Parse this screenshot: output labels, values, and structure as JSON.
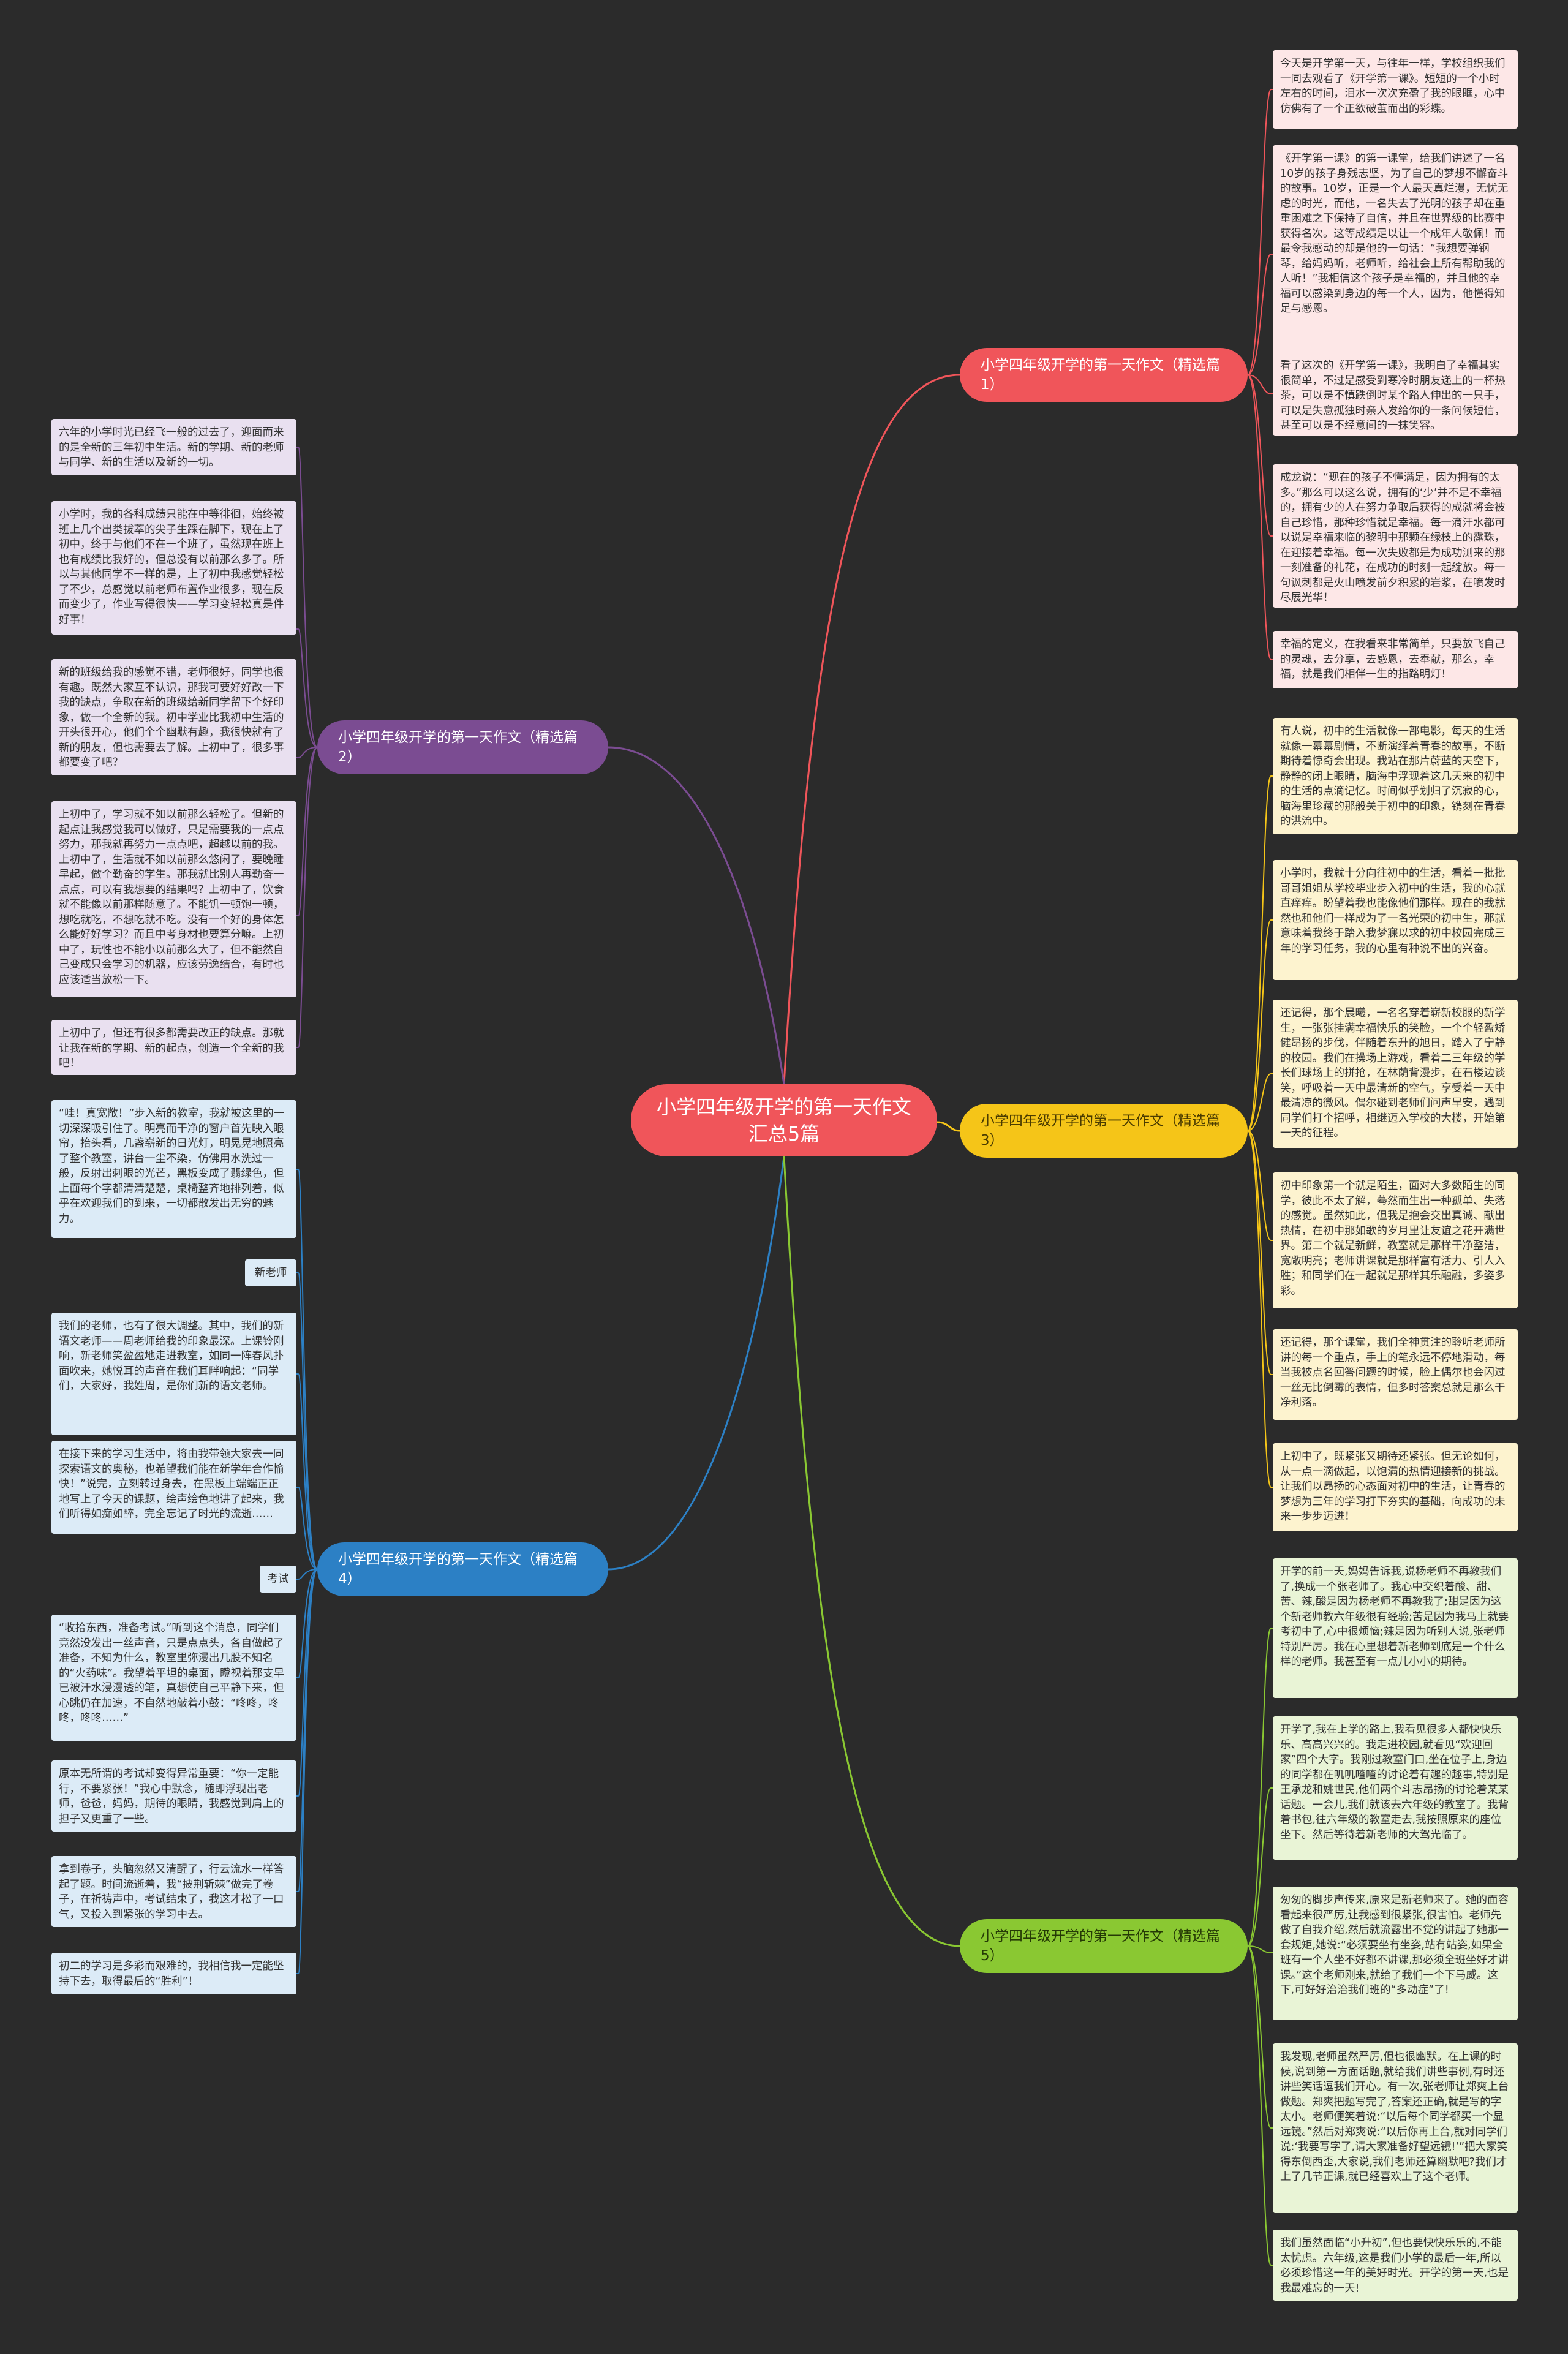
{
  "center": {
    "title": "小学四年级开学的第一天作文汇总5篇"
  },
  "colors": {
    "background": "#2b2b2b",
    "center": "#f0555a",
    "b1": "#f0555a",
    "b2": "#7b4c92",
    "b3": "#f5c518",
    "b4": "#2c80c5",
    "b5": "#8ac832"
  },
  "branches": [
    {
      "label": "小学四年级开学的第一天作文（精选篇1）",
      "leaves": [
        "今天是开学第一天，与往年一样，学校组织我们一同去观看了《开学第一课》。短短的一个小时左右的时间，泪水一次次充盈了我的眼眶，心中仿佛有了一个正欲破茧而出的彩蝶。",
        "《开学第一课》的第一课堂，给我们讲述了一名10岁的孩子身残志坚，为了自己的梦想不懈奋斗的故事。10岁，正是一个人最天真烂漫，无忧无虑的时光，而他，一名失去了光明的孩子却在重重困难之下保持了自信，并且在世界级的比赛中获得名次。这等成绩足以让一个成年人敬佩！而最令我感动的却是他的一句话：“我想要弹钢琴，给妈妈听，老师听，给社会上所有帮助我的人听！”我相信这个孩子是幸福的，并且他的幸福可以感染到身边的每一个人，因为，他懂得知足与感恩。",
        "看了这次的《开学第一课》，我明白了幸福其实很简单，不过是感受到寒冷时朋友递上的一杯热茶，可以是不慎跌倒时某个路人伸出的一只手，可以是失意孤独时亲人发给你的一条问候短信，甚至可以是不经意间的一抹笑容。",
        "成龙说：“现在的孩子不懂满足，因为拥有的太多。”那么可以这么说，拥有的‘少’并不是不幸福的，拥有少的人在努力争取后获得的成就将会被自己珍惜，那种珍惜就是幸福。每一滴汗水都可以说是幸福来临的黎明中那颗在绿枝上的露珠，在迎接着幸福。每一次失败都是为成功测来的那一刻准备的礼花，在成功的时刻一起绽放。每一句讽刺都是火山喷发前夕积累的岩浆，在喷发时尽展光华！",
        "幸福的定义，在我看来非常简单，只要放飞自己的灵魂，去分享，去感恩，去奉献，那么，幸福，就是我们相伴一生的指路明灯！"
      ]
    },
    {
      "label": "小学四年级开学的第一天作文（精选篇2）",
      "leaves": [
        "六年的小学时光已经飞一般的过去了，迎面而来的是全新的三年初中生活。新的学期、新的老师与同学、新的生活以及新的一切。",
        "小学时，我的各科成绩只能在中等徘徊，始终被班上几个出类拔萃的尖子生踩在脚下，现在上了初中，终于与他们不在一个班了，虽然现在班上也有成绩比我好的，但总没有以前那么多了。所以与其他同学不一样的是，上了初中我感觉轻松了不少，总感觉以前老师布置作业很多，现在反而变少了，作业写得很快——学习变轻松真是件好事！",
        "新的班级给我的感觉不错，老师很好，同学也很有趣。既然大家互不认识，那我可要好好改一下我的缺点，争取在新的班级给新同学留下个好印象，做一个全新的我。初中学业比我初中生活的开头很开心，他们个个幽默有趣，我很快就有了新的朋友，但也需要去了解。上初中了，很多事都要变了吧？",
        "上初中了，学习就不如以前那么轻松了。但新的起点让我感觉我可以做好，只是需要我的一点点努力，那我就再努力一点点吧，超越以前的我。上初中了，生活就不如以前那么悠闲了，要晚睡早起，做个勤奋的学生。那我就比别人再勤奋一点点，可以有我想要的结果吗？上初中了，饮食就不能像以前那样随意了。不能饥一顿饱一顿，想吃就吃，不想吃就不吃。没有一个好的身体怎么能好好学习？而且中考身材也要算分嘛。上初中了，玩性也不能小以前那么大了，但不能然自己变成只会学习的机器，应该劳逸结合，有时也应该适当放松一下。",
        "上初中了，但还有很多都需要改正的缺点。那就让我在新的学期、新的起点，创造一个全新的我吧！"
      ]
    },
    {
      "label": "小学四年级开学的第一天作文（精选篇3）",
      "leaves": [
        "有人说，初中的生活就像一部电影，每天的生活就像一幕幕剧情，不断演绎着青春的故事，不断期待着惊奇会出现。我站在那片蔚蓝的天空下，静静的闭上眼睛，脑海中浮现着这几天来的初中的生活的点滴记忆。时间似乎划归了沉寂的心，脑海里珍藏的那般关于初中的印象，镌刻在青春的洪流中。",
        "小学时，我就十分向往初中的生活，看着一批批哥哥姐姐从学校毕业步入初中的生活，我的心就直痒痒。盼望着我也能像他们那样。现在的我就然也和他们一样成为了一名光荣的初中生，那就意味着我终于踏入我梦寐以求的初中校园完成三年的学习任务，我的心里有种说不出的兴奋。",
        "还记得，那个晨曦，一名名穿着崭新校服的新学生，一张张挂满幸福快乐的笑脸，一个个轻盈矫健昂扬的步伐，伴随着东升的旭日，踏入了宁静的校园。我们在操场上游戏，看着二三年级的学长们球场上的拼抢，在林荫背漫步，在石楼边谈笑，呼吸着一天中最清新的空气，享受着一天中最清凉的微风。偶尔碰到老师们问声早安，遇到同学们打个招呼，相继迈入学校的大楼，开始第一天的征程。",
        "初中印象第一个就是陌生，面对大多数陌生的同学，彼此不太了解，蓦然而生出一种孤单、失落的感觉。虽然如此，但我是抱会交出真诚、献出热情，在初中那如歌的岁月里让友谊之花开满世界。第二个就是新鲜，教室就是那样干净整洁，宽敞明亮；老师讲课就是那样富有活力、引人入胜；和同学们在一起就是那样其乐融融，多姿多彩。",
        "还记得，那个课堂，我们全神贯注的聆听老师所讲的每一个重点，手上的笔永远不停地滑动，每当我被点名回答问题的时候，脸上偶尔也会闪过一丝无比倒霉的表情，但多时答案总就是那么干净利落。",
        "上初中了，既紧张又期待还紧张。但无论如何，从一点一滴做起，以饱满的热情迎接新的挑战。让我们以昂扬的心态面对初中的生活，让青春的梦想为三年的学习打下夯实的基础，向成功的未来一步步迈进！"
      ]
    },
    {
      "label": "小学四年级开学的第一天作文（精选篇4）",
      "leaves": [
        "“哇！真宽敞！”步入新的教室，我就被这里的一切深深吸引住了。明亮而干净的窗户首先映入眼帘，抬头看，几盏崭新的日光灯，明晃晃地照亮了整个教室，讲台一尘不染，仿佛用水洗过一般，反射出刺眼的光芒，黑板变成了翡绿色，但上面每个字都清清楚楚，桌椅整齐地排列着，似乎在欢迎我们的到来，一切都散发出无穷的魅力。",
        "新老师",
        "我们的老师，也有了很大调整。其中，我们的新语文老师——周老师给我的印象最深。上课铃刚响，新老师笑盈盈地走进教室，如同一阵春风扑面吹来，她悦耳的声音在我们耳畔响起：“同学们，大家好，我姓周，是你们新的语文老师。",
        "在接下来的学习生活中，将由我带领大家去一同探索语文的奥秘，也希望我们能在新学年合作愉快！”说完，立刻转过身去，在黑板上端端正正地写上了今天的课题，绘声绘色地讲了起来，我们听得如痴如醉，完全忘记了时光的流逝……",
        "考试",
        "“收拾东西，准备考试。”听到这个消息，同学们竟然没发出一丝声音，只是点点头，各自做起了准备，不知为什么，教室里弥漫出几股不知名的“火药味”。我望着平坦的桌面，瞪视着那支早已被汗水浸漫透的笔，真想使自己平静下来，但心跳仍在加速，不自然地敲着小鼓：“咚咚，咚咚，咚咚……”",
        "原本无所谓的考试却变得异常重要：“你一定能行，不要紧张！”我心中默念，随即浮现出老师，爸爸，妈妈，期待的眼睛，我感觉到肩上的担子又更重了一些。",
        "拿到卷子，头脑忽然又清醒了，行云流水一样答起了题。时间流逝着，我“披荆斩棘”做完了卷子，在祈祷声中，考试结束了，我这才松了一口气，又投入到紧张的学习中去。",
        "初二的学习是多彩而艰难的，我相信我一定能坚持下去，取得最后的“胜利”！"
      ]
    },
    {
      "label": "小学四年级开学的第一天作文（精选篇5）",
      "leaves": [
        "开学的前一天,妈妈告诉我,说杨老师不再教我们了,换成一个张老师了。我心中交织着酸、甜、苦、辣,酸是因为杨老师不再教我了;甜是因为这个新老师教六年级很有经验;苦是因为我马上就要考初中了,心中很烦恼;辣是因为听别人说,张老师特别严厉。我在心里想着新老师到底是一个什么样的老师。我甚至有一点儿小小的期待。",
        "开学了,我在上学的路上,我看见很多人都快快乐乐、高高兴兴的。我走进校园,就看见“欢迎回家”四个大字。我刚过教室门口,坐在位子上,身边的同学都在叽叽喳喳的讨论着有趣的趣事,特别是王承龙和姚世民,他们两个斗志昂扬的讨论着某某话题。一会儿,我们就该去六年级的教室了。我背着书包,往六年级的教室走去,我按照原来的座位坐下。然后等待着新老师的大驾光临了。",
        "匆匆的脚步声传来,原来是新老师来了。她的面容看起来很严厉,让我感到很紧张,很害怕。老师先做了自我介绍,然后就流露出不觉的讲起了她那一套规矩,她说:“必须要坐有坐姿,站有站姿,如果全班有一个人坐不好都不讲课,那必须全班坐好才讲课。”这个老师刚来,就给了我们一个下马威。这下,可好好治治我们班的“多动症”了!",
        "我发现,老师虽然严厉,但也很幽默。在上课的时候,说到第一方面话题,就给我们讲些事例,有时还讲些笑话逗我们开心。有一次,张老师让郑爽上台做题。郑爽把题写完了,答案还正确,就是写的字太小。老师便笑着说:“以后每个同学都买一个显远镜。”然后对郑爽说:“以后你再上台,就对同学们说:‘我要写字了,请大家准备好望远镜!’”把大家笑得东倒西歪,大家说,我们老师还算幽默吧?我们才上了几节正课,就已经喜欢上了这个老师。",
        "我们虽然面临“小升初”,但也要快快乐乐的,不能太忧虑。六年级,这是我们小学的最后一年,所以必须珍惜这一年的美好时光。开学的第一天,也是我最难忘的一天!"
      ]
    }
  ]
}
